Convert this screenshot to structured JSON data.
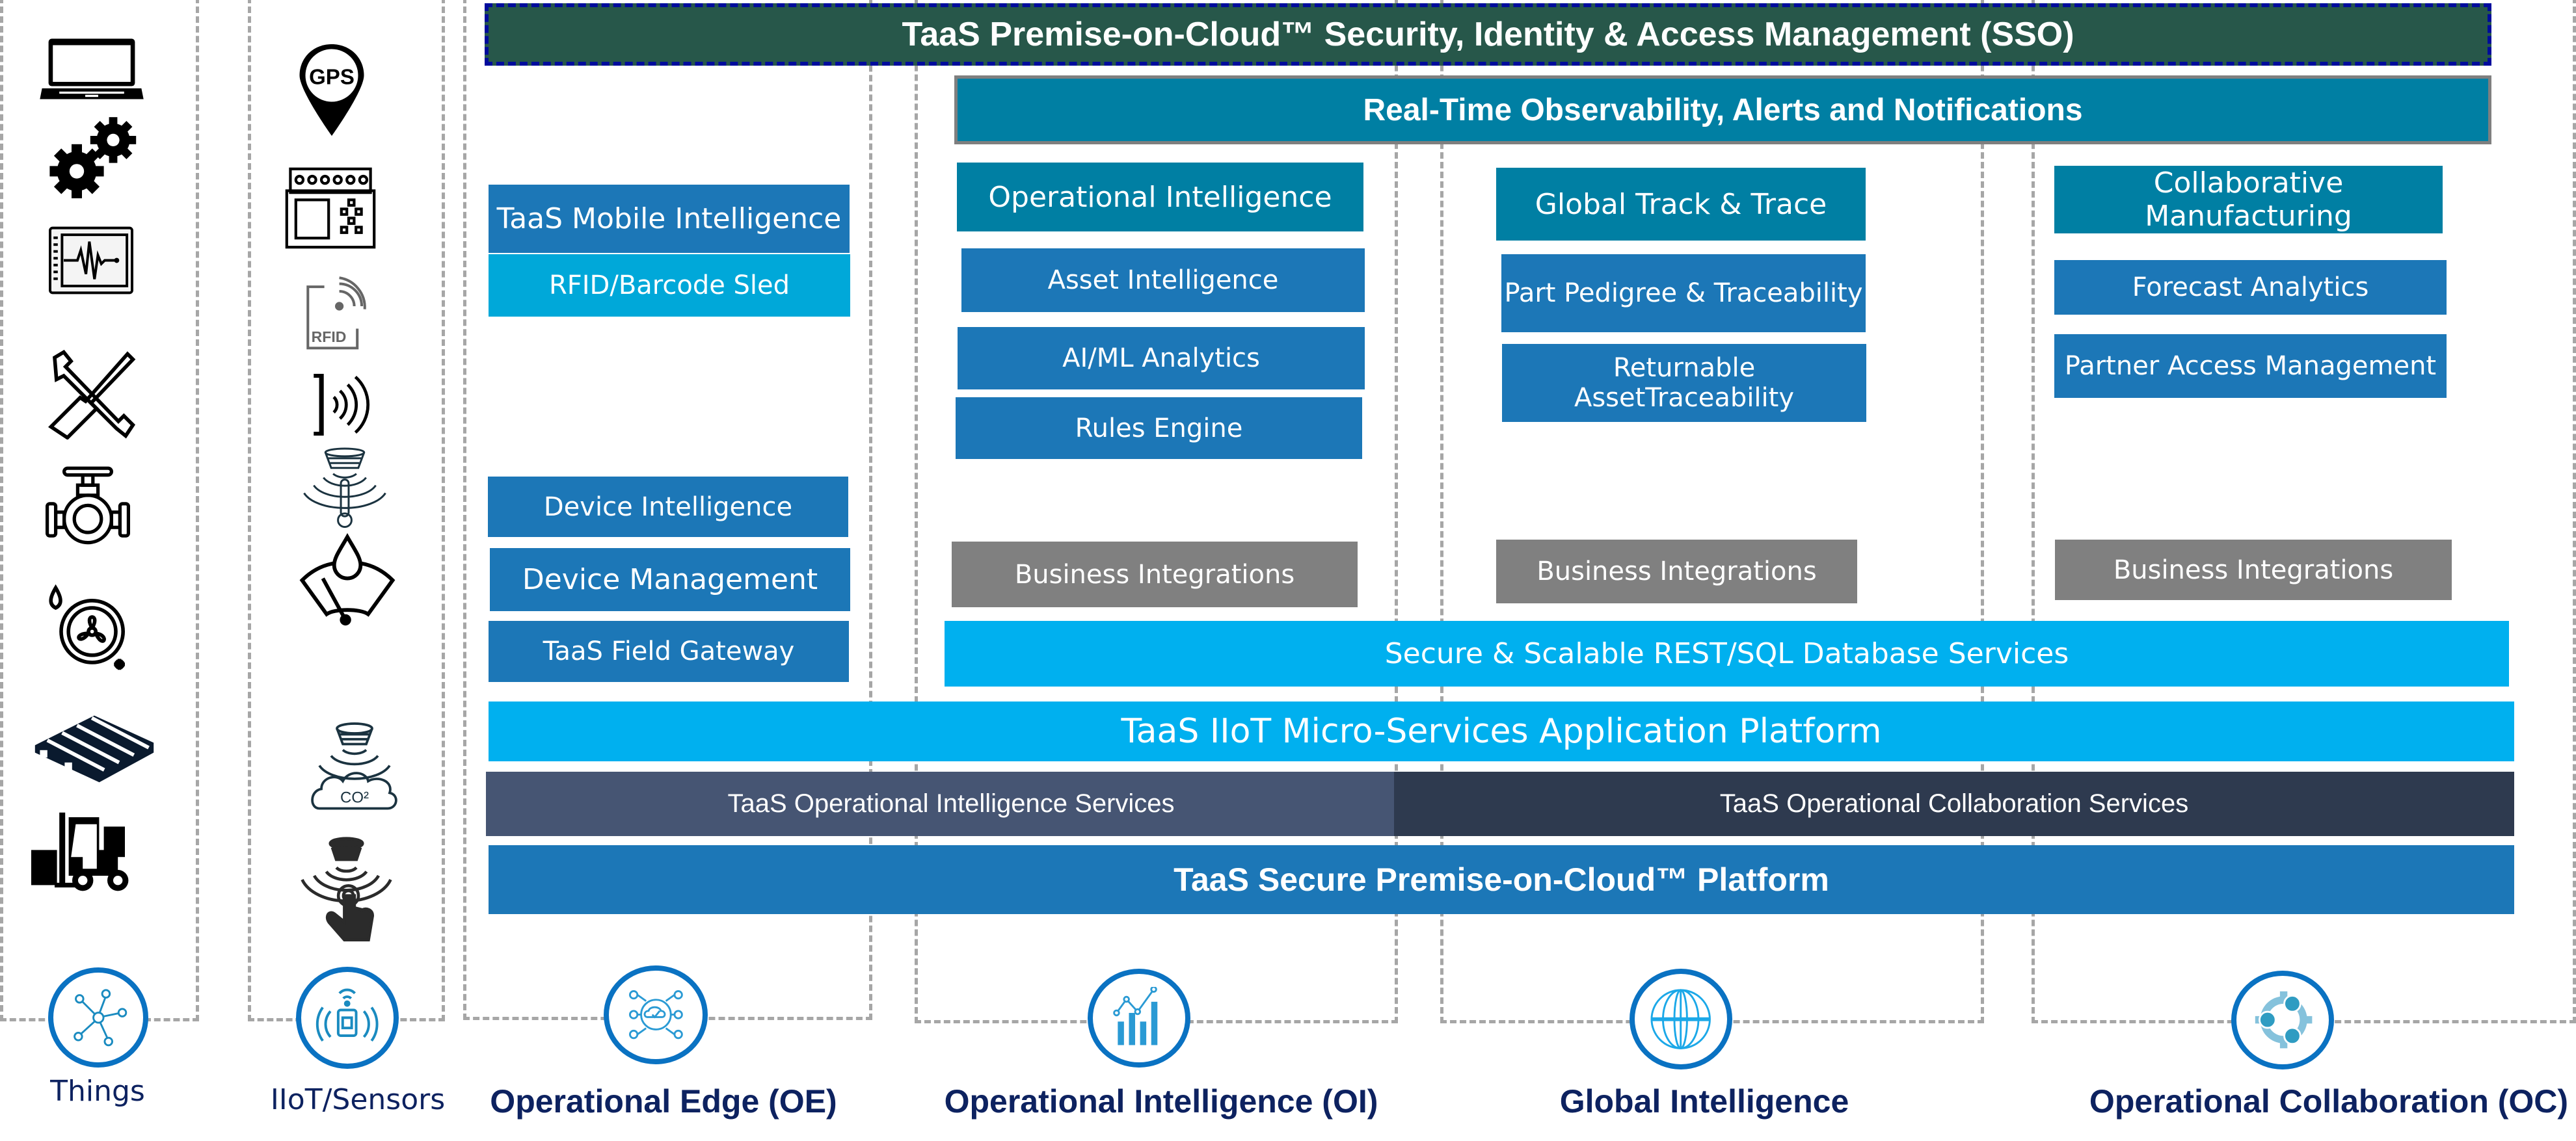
{
  "header": {
    "sso_bar": "TaaS Premise-on-Cloud™ Security, Identity & Access Management (SSO)",
    "observability_bar": "Real-Time Observability, Alerts and Notifications"
  },
  "columns": {
    "things": {
      "label": "Things",
      "icons": [
        "laptop-icon",
        "gears-icon",
        "monitor-waveform-icon",
        "wrench-screwdriver-icon",
        "valve-icon",
        "fan-hvac-icon",
        "pallet-icon",
        "forklift-icon"
      ],
      "badge_icon": "network-nodes-icon"
    },
    "iiot": {
      "label": "IIoT/Sensors",
      "icons": [
        "gps-pin-icon",
        "plc-controller-icon",
        "rfid-tag-icon",
        "nfc-signal-icon",
        "temperature-sensor-icon",
        "humidity-gauge-icon",
        "co2-sensor-icon",
        "touch-sensor-icon"
      ],
      "badge_icon": "wireless-device-icon",
      "gps_text": "GPS",
      "rfid_text": "RFID",
      "co2_text": "CO²"
    },
    "oe": {
      "label": "Operational Edge (OE)",
      "badge_icon": "edge-cloud-icon",
      "boxes": {
        "mobile": "TaaS Mobile Intelligence",
        "sled": "RFID/Barcode Sled",
        "device_intel": "Device Intelligence",
        "device_mgmt": "Device Management",
        "gateway": "TaaS Field Gateway"
      }
    },
    "oi": {
      "label": "Operational Intelligence (OI)",
      "badge_icon": "analytics-chart-icon",
      "header": "Operational Intelligence",
      "items": [
        "Asset Intelligence",
        "AI/ML Analytics",
        "Rules Engine"
      ],
      "integrations": "Business Integrations"
    },
    "gi": {
      "label": "Global  Intelligence",
      "badge_icon": "globe-icon",
      "header": "Global Track & Trace",
      "items": [
        "Part Pedigree & Traceability",
        "Returnable AssetTraceability"
      ],
      "integrations": "Business Integrations"
    },
    "oc": {
      "label": "Operational Collaboration (OC)",
      "badge_icon": "collaboration-gear-icon",
      "header": "Collaborative Manufacturing",
      "items": [
        "Forecast Analytics",
        "Partner Access Management"
      ],
      "integrations": "Business Integrations"
    }
  },
  "platform": {
    "database": "Secure & Scalable REST/SQL Database Services",
    "microservices": "TaaS  IIoT Micro-Services Application Platform",
    "oi_services": "TaaS Operational Intelligence Services",
    "oc_services": "TaaS Operational Collaboration Services",
    "cloud_platform": "TaaS Secure Premise-on-Cloud™ Platform"
  },
  "colors": {
    "sso": "#27574a",
    "teal": "#007fa3",
    "blue": "#1c77b7",
    "cyan": "#00a8d9",
    "sky": "#00b0ef",
    "gray": "#808080",
    "slate": "#465573",
    "navy": "#2e3a4f",
    "label": "#0d2260",
    "ring": "#0a72c2"
  }
}
